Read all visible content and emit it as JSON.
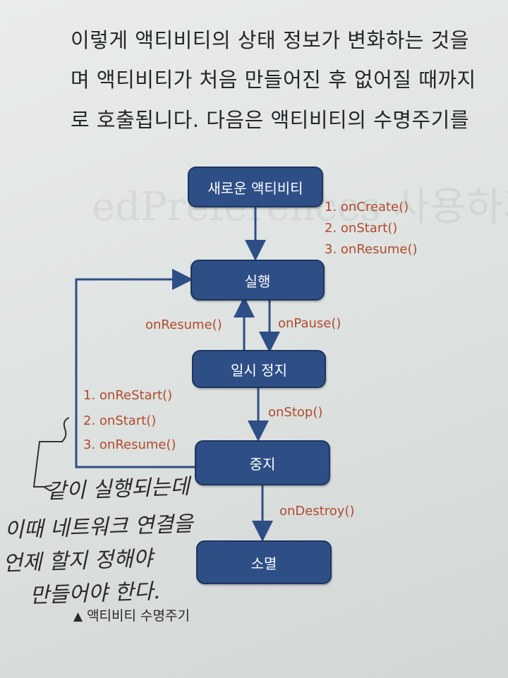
{
  "paragraph": [
    "이렇게 액티비티의 상태 정보가 변화하는 것을 ",
    "며 액티비티가 처음 만들어진 후 없어질 때까지",
    "로 호출됩니다. 다음은 액티비티의 수명주기를"
  ],
  "diagram": {
    "states": {
      "new": "새로운 액티비티",
      "running": "실행",
      "paused": "일시 정지",
      "stopped": "중지",
      "destroyed": "소멸"
    },
    "create_calls": [
      "1. onCreate()",
      "2. onStart()",
      "3. onResume()"
    ],
    "on_resume": "onResume()",
    "on_pause": "onPause()",
    "on_stop": "onStop()",
    "on_destroy": "onDestroy()",
    "restart_calls": [
      "1. onReStart()",
      "2. onStart()",
      "3. onResume()"
    ],
    "box_color": "#2e4e86",
    "label_color": "#b04a2c"
  },
  "caption": {
    "marker": "▲",
    "text": "액티비티 수명주기"
  },
  "handwriting": [
    "같이 실행되는데",
    "이때 네트워크 연결을",
    "언제 할지 정해야",
    "만들어야 한다."
  ]
}
